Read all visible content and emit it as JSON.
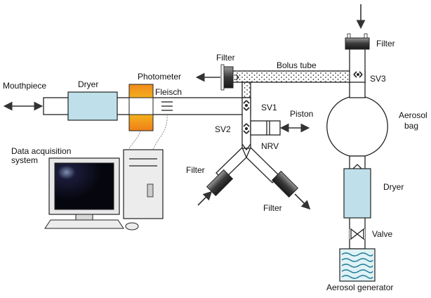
{
  "labels": {
    "mouthpiece": "Mouthpiece",
    "dryer_left": "Dryer",
    "photometer": "Photometer",
    "fleisch": "Fleisch",
    "filter_bolus": "Filter",
    "bolus_tube": "Bolus tube",
    "filter_top": "Filter",
    "sv3": "SV3",
    "sv1": "SV1",
    "sv2": "SV2",
    "piston": "Piston",
    "nrv": "NRV",
    "aerosol_bag_line1": "Aerosol",
    "aerosol_bag_line2": "bag",
    "data_acq_line1": "Data acquisition",
    "data_acq_line2": "system",
    "filter_y_left": "Filter",
    "filter_y_right": "Filter",
    "dryer_right": "Dryer",
    "valve": "Valve",
    "aerosol_generator": "Aerosol generator"
  },
  "colors": {
    "dryer": "#bfe0ea",
    "photometer_top": "#f08a1c",
    "photometer_bottom": "#f6c81e",
    "filter": "#555555",
    "generator_water": "#1f7a94",
    "screen": "#0a0a18"
  }
}
